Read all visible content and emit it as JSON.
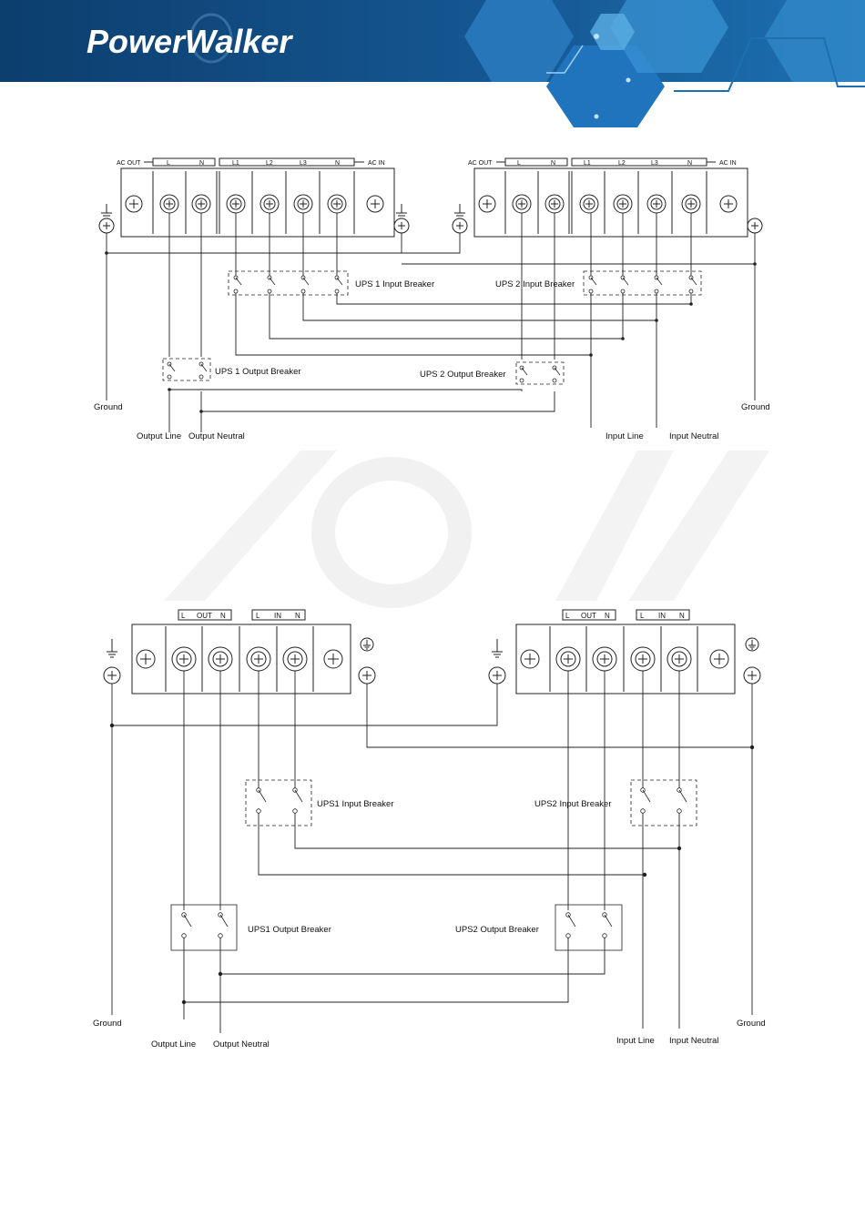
{
  "brand": {
    "logo_text": "PowerWalker",
    "color_dark": "#0c3e6e",
    "color_mid": "#1d6fb0",
    "color_light": "#3a96d6"
  },
  "diagram1": {
    "ups1": {
      "ac_out": "AC OUT",
      "ac_in": "AC IN",
      "out_terminals": [
        "L",
        "N"
      ],
      "in_terminals": [
        "L1",
        "L2",
        "L3",
        "N"
      ]
    },
    "ups2": {
      "ac_out": "AC OUT",
      "ac_in": "AC IN",
      "out_terminals": [
        "L",
        "N"
      ],
      "in_terminals": [
        "L1",
        "L2",
        "L3",
        "N"
      ]
    },
    "ups1_input_breaker": "UPS 1 Input Breaker",
    "ups2_input_breaker": "UPS 2 Input Breaker",
    "ups1_output_breaker": "UPS 1 Output Breaker",
    "ups2_output_breaker": "UPS 2 Output Breaker",
    "ground_left": "Ground",
    "ground_right": "Ground",
    "output_line": "Output Line",
    "output_neutral": "Output Neutral",
    "input_line": "Input Line",
    "input_neutral": "Input Neutral"
  },
  "diagram2": {
    "ups1": {
      "out_group": [
        "L",
        "OUT",
        "N"
      ],
      "in_group": [
        "L",
        "IN",
        "N"
      ]
    },
    "ups2": {
      "out_group": [
        "L",
        "OUT",
        "N"
      ],
      "in_group": [
        "L",
        "IN",
        "N"
      ]
    },
    "ups1_input_breaker": "UPS1 Input Breaker",
    "ups2_input_breaker": "UPS2 Input Breaker",
    "ups1_output_breaker": "UPS1 Output Breaker",
    "ups2_output_breaker": "UPS2 Output Breaker",
    "ground_left": "Ground",
    "ground_right": "Ground",
    "output_line": "Output Line",
    "output_neutral": "Output Neutral",
    "input_line": "Input Line",
    "input_neutral": "Input Neutral"
  }
}
